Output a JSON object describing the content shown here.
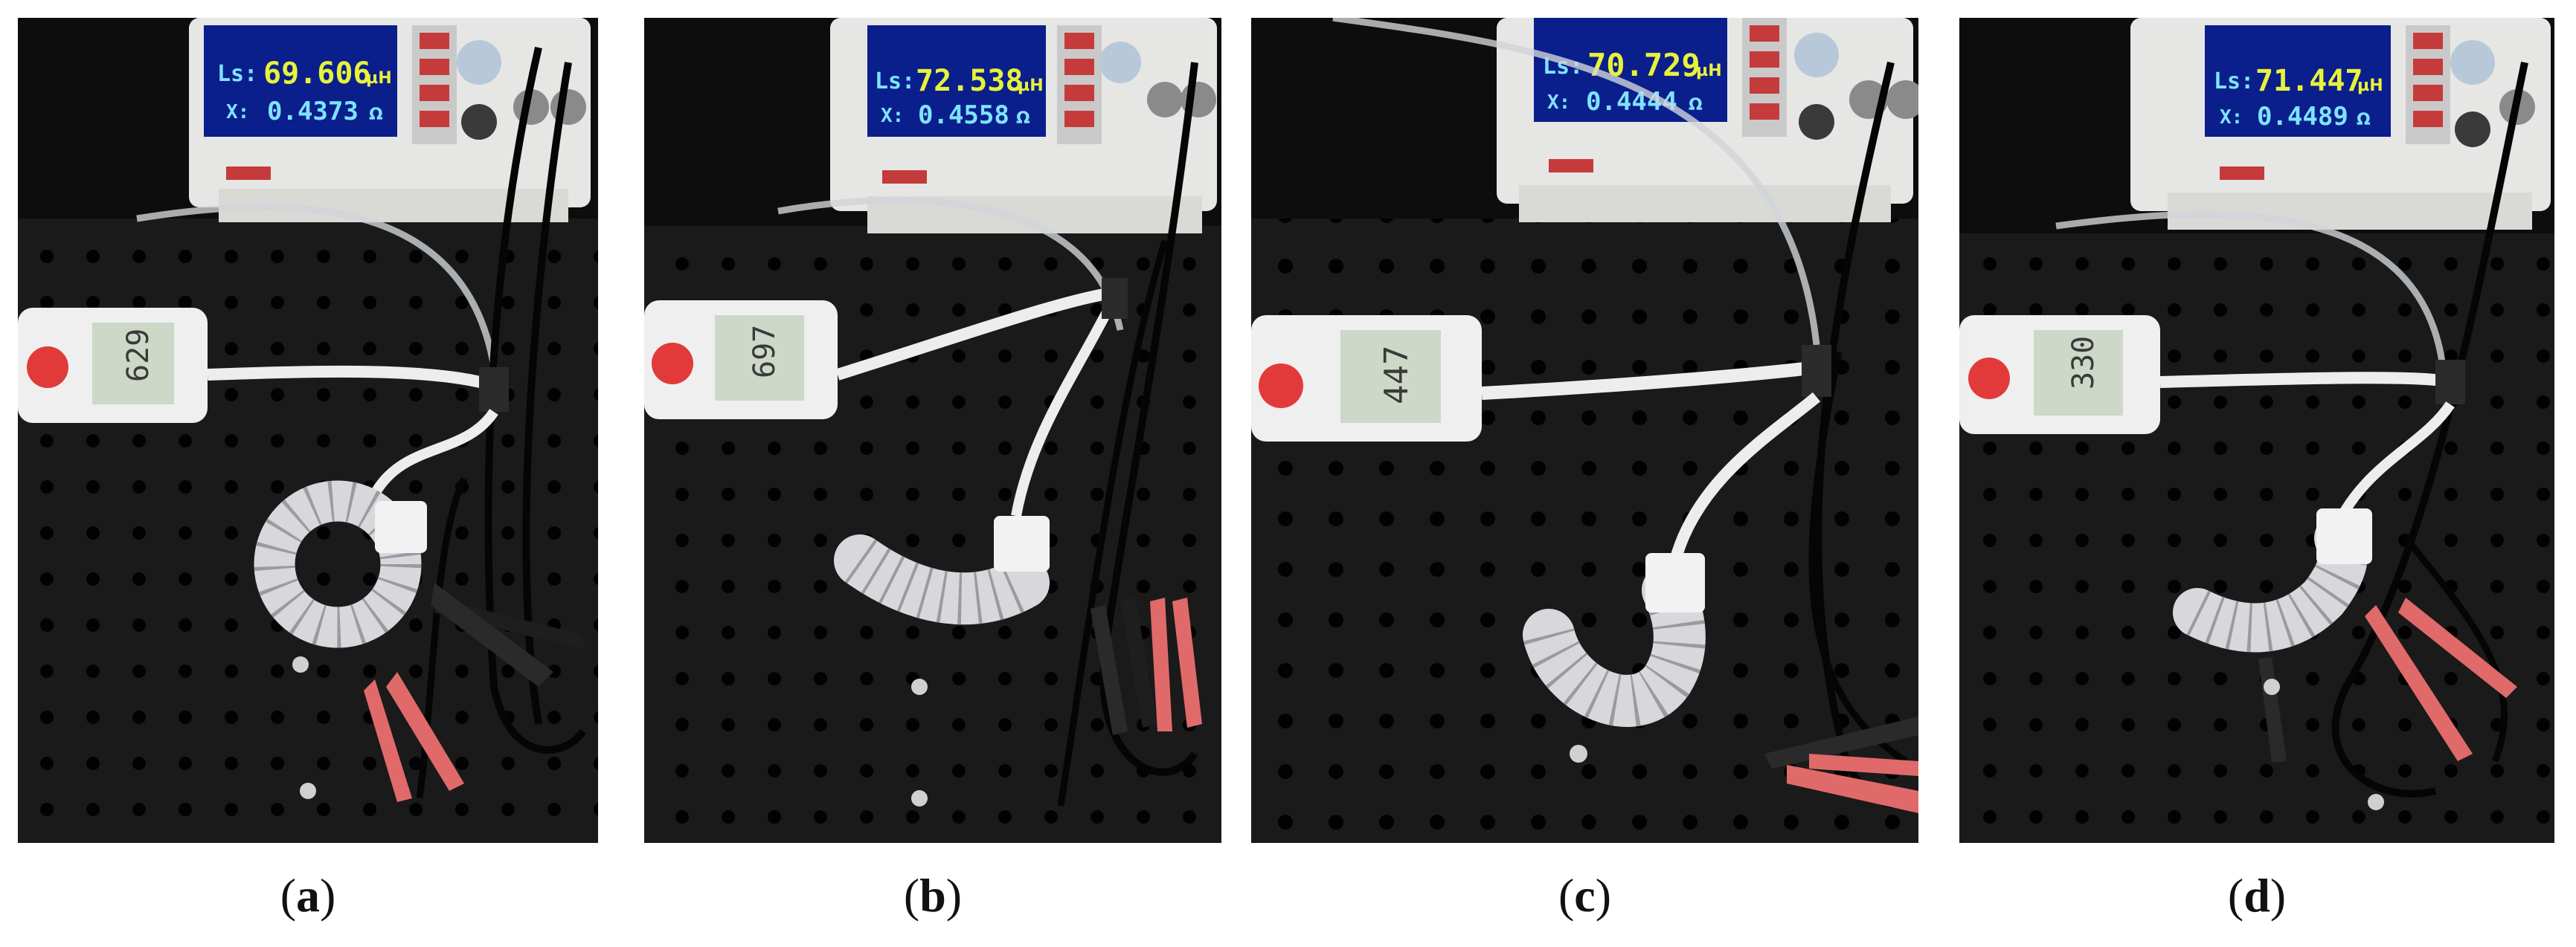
{
  "panels": [
    {
      "id": "a",
      "caption_open": "(",
      "caption_letter": "a",
      "caption_close": ")",
      "ls_label": "Ls:",
      "ls_value": "69.606",
      "ls_unit": "µH",
      "x_label": "X:",
      "x_value": "0.4373",
      "x_unit": "Ω",
      "meter_reading": "629"
    },
    {
      "id": "b",
      "caption_open": "(",
      "caption_letter": "b",
      "caption_close": ")",
      "ls_label": "Ls:",
      "ls_value": "72.538",
      "ls_unit": "µH",
      "x_label": "X:",
      "x_value": "0.4558",
      "x_unit": "Ω",
      "meter_reading": "697"
    },
    {
      "id": "c",
      "caption_open": "(",
      "caption_letter": "c",
      "caption_close": ")",
      "ls_label": "Ls:",
      "ls_value": "70.729",
      "ls_unit": "µH",
      "x_label": "X:",
      "x_value": "0.4444",
      "x_unit": "Ω",
      "meter_reading": "447"
    },
    {
      "id": "d",
      "caption_open": "(",
      "caption_letter": "d",
      "caption_close": ")",
      "ls_label": "Ls:",
      "ls_value": "71.447",
      "ls_unit": "µH",
      "x_label": "X:",
      "x_value": "0.4489",
      "x_unit": "Ω",
      "meter_reading": "330"
    }
  ],
  "colors": {
    "background": "#ffffff",
    "board": "#151515",
    "lcd_screen": "#0a1f8c",
    "lcd_value": "#e8f23a",
    "lcd_secondary": "#7fe3ff",
    "clip_red": "#e06a6a",
    "actuator": "#d8d8dc"
  }
}
